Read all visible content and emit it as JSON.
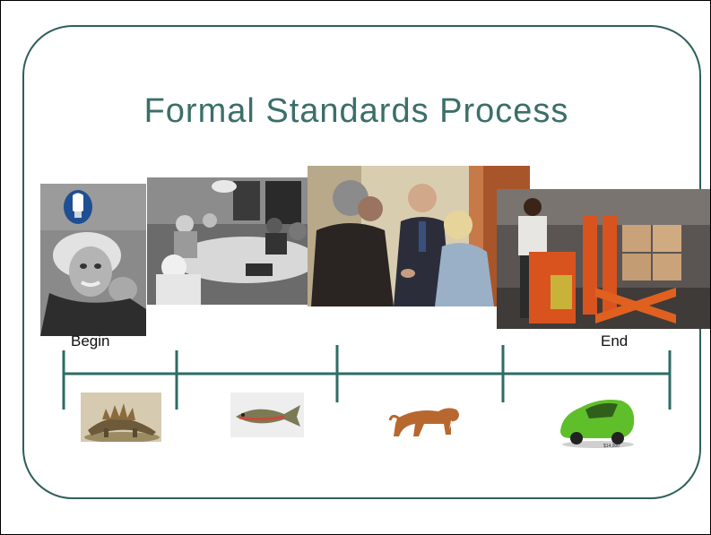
{
  "slide": {
    "title": "Formal Standards Process",
    "timeline": {
      "begin_label": "Begin",
      "end_label": "End",
      "line_color": "#2e6c64",
      "stages": 4
    },
    "photos": [
      {
        "name": "einstein-photo",
        "icon": "lightbulb-icon"
      },
      {
        "name": "meeting-photo"
      },
      {
        "name": "people-discussion-photo"
      },
      {
        "name": "warehouse-forklift-photo"
      }
    ],
    "creatures": [
      {
        "name": "stegosaurus-image"
      },
      {
        "name": "trout-fish-image"
      },
      {
        "name": "sabertooth-cat-image"
      },
      {
        "name": "green-car-image",
        "caption": "$14,900"
      }
    ],
    "colors": {
      "title": "#3b6f6a",
      "frame_border": "#2f5f5a",
      "car": "#5fbf2a"
    }
  }
}
